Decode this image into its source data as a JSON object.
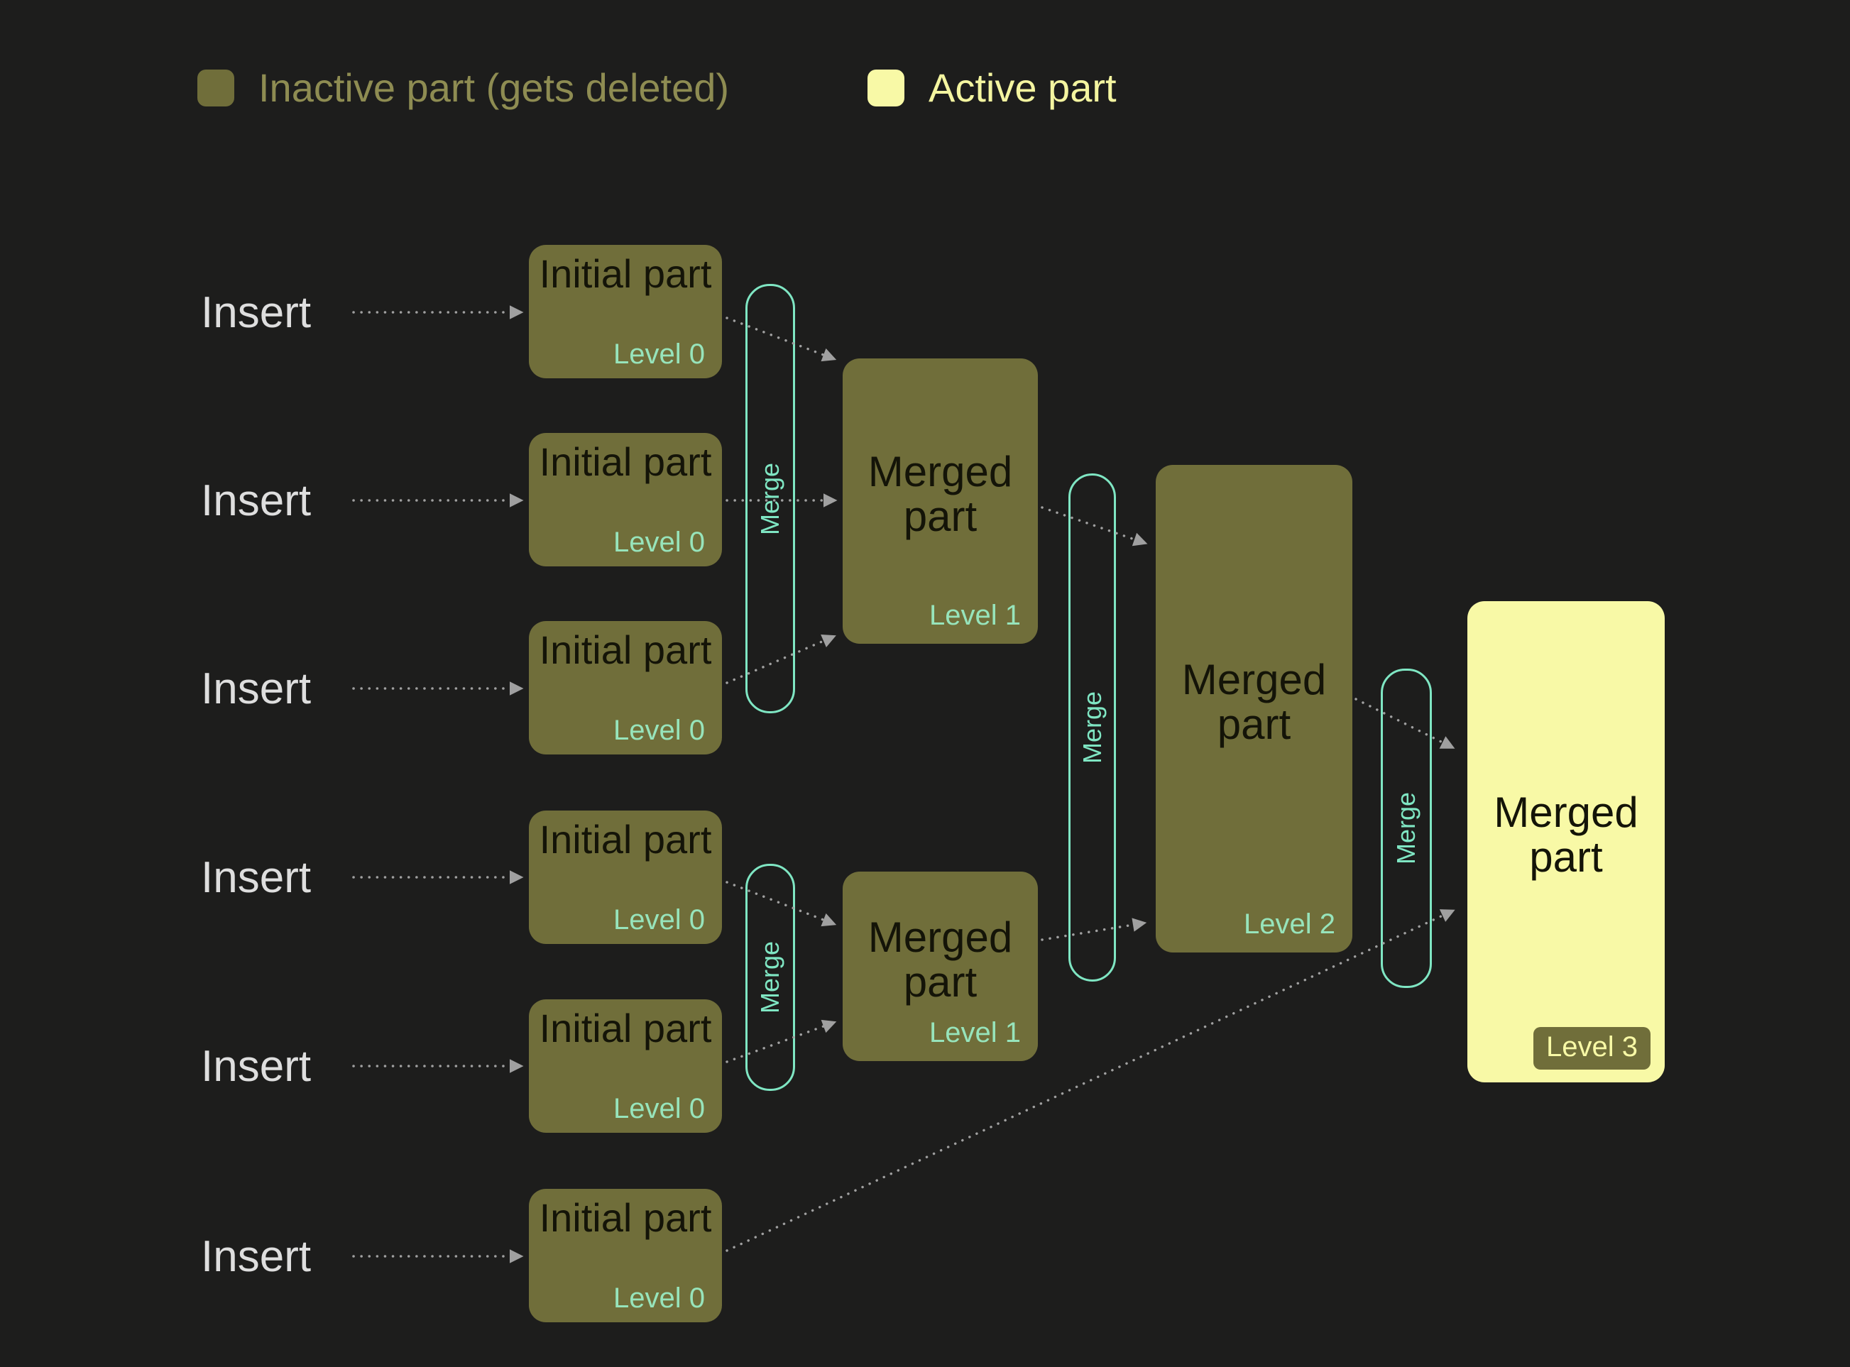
{
  "colors": {
    "background": "#1d1d1c",
    "inactive": "#706e3a",
    "active": "#f8f9a6",
    "level_text": "#97e4bb",
    "merge_accent": "#7fe6c3",
    "arrow": "#a0a0a0",
    "insert_text": "#dedede",
    "legend_inactive_text": "#8e8c52",
    "legend_active_text": "#f4f5a0",
    "box_title_text": "#141408"
  },
  "legend": {
    "inactive_label": "Inactive part (gets deleted)",
    "active_label": "Active part"
  },
  "inserts": [
    {
      "label": "Insert"
    },
    {
      "label": "Insert"
    },
    {
      "label": "Insert"
    },
    {
      "label": "Insert"
    },
    {
      "label": "Insert"
    },
    {
      "label": "Insert"
    }
  ],
  "merges": [
    {
      "label": "Merge"
    },
    {
      "label": "Merge"
    },
    {
      "label": "Merge"
    },
    {
      "label": "Merge"
    }
  ],
  "parts": {
    "initial": [
      {
        "title": "Initial part",
        "level": "Level 0"
      },
      {
        "title": "Initial part",
        "level": "Level 0"
      },
      {
        "title": "Initial part",
        "level": "Level 0"
      },
      {
        "title": "Initial part",
        "level": "Level 0"
      },
      {
        "title": "Initial part",
        "level": "Level 0"
      },
      {
        "title": "Initial part",
        "level": "Level 0"
      }
    ],
    "merged_level1": [
      {
        "title": "Merged part",
        "level": "Level 1"
      },
      {
        "title": "Merged part",
        "level": "Level 1"
      }
    ],
    "merged_level2": {
      "title": "Merged part",
      "level": "Level 2"
    },
    "merged_level3": {
      "title": "Merged part",
      "level": "Level 3"
    }
  }
}
